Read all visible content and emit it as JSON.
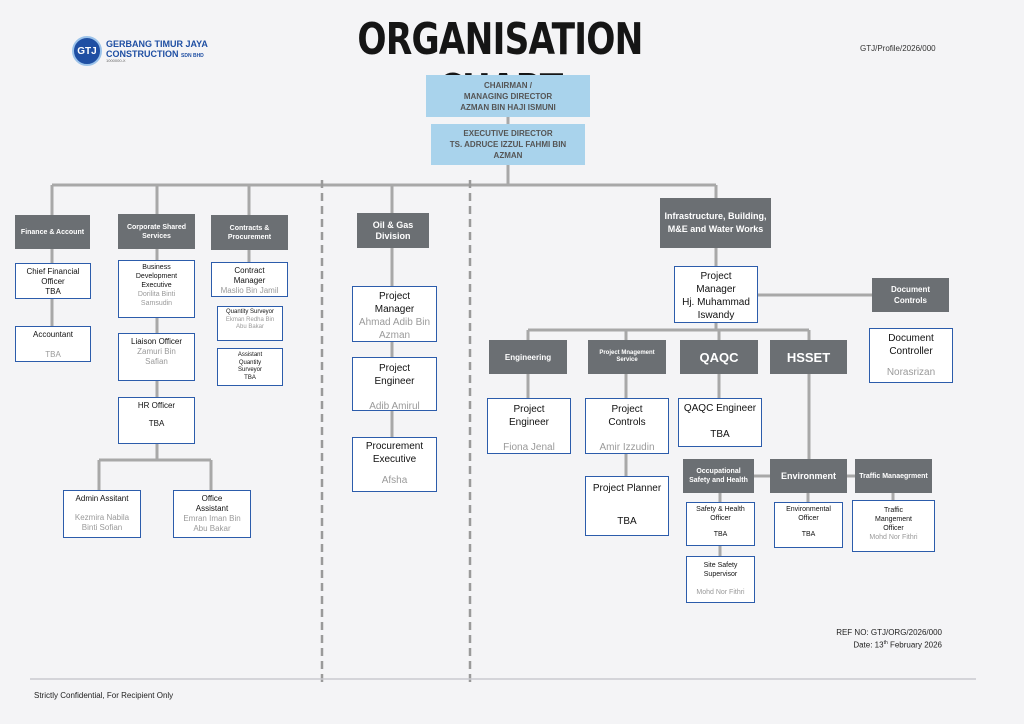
{
  "header": {
    "logo_badge": "GTJ",
    "company_line1": "GERBANG TIMUR JAYA",
    "company_line2": "CONSTRUCTION",
    "company_suffix": "SDN BHD",
    "company_reg": "1000000-X",
    "title": "ORGANISATION CHART",
    "profile_ref": "GTJ/Profile/2026/000"
  },
  "top": {
    "chairman": [
      "CHAIRMAN /",
      "MANAGING DIRECTOR",
      "AZMAN BIN HAJI ISMUNI"
    ],
    "exec_director": [
      "EXECUTIVE DIRECTOR",
      "TS. ADRUCE IZZUL FAHMI BIN",
      "AZMAN"
    ]
  },
  "departments": {
    "finance": "Finance & Account",
    "corporate": "Corporate Shared Services",
    "contracts": "Contracts & Procurement",
    "oilgas": "Oil & Gas Division",
    "infra": "Infrastructure, Building, M&E and Water Works",
    "doc_controls": "Document Controls",
    "engineering": "Engineering",
    "pms": "Project Mnagement Service",
    "qaqc": "QAQC",
    "hsset": "HSSET",
    "osh": "Occupational Safety and Health",
    "environment": "Environment",
    "traffic": "Traffic Manaegrment"
  },
  "roles": {
    "cfo": {
      "title": "Chief Financial Officer",
      "name": "TBA"
    },
    "accountant": {
      "title": "Accountant",
      "name": "TBA"
    },
    "bde": {
      "title": "Business Development Executive",
      "name": "Dorilita Binti Samsudin"
    },
    "liaison": {
      "title": "Liaison Officer",
      "name": "Zamuri Bin Safian"
    },
    "hr": {
      "title": "HR Officer",
      "name": "TBA"
    },
    "admin": {
      "title": "Admin Assitant",
      "name": "Kezmira Nabila Binti Sofian"
    },
    "office": {
      "title": "Office Assistant",
      "name": "Emran Iman Bin Abu Bakar"
    },
    "contract_mgr": {
      "title": "Contract Manager",
      "name": "Maslio Bin Jamil"
    },
    "qs": {
      "title": "Quantity Surveyor",
      "name": "Ekman Redha Bin Abu Bakar"
    },
    "aqs": {
      "title": "Assistant Quantity Surveyor",
      "name": "TBA"
    },
    "og_pm": {
      "title": "Project Manager",
      "name": "Ahmad Adib Bin Azman"
    },
    "og_pe": {
      "title": "Project Engineer",
      "name": "Adib Amirul"
    },
    "og_proc": {
      "title": "Procurement Executive",
      "name": "Afsha"
    },
    "infra_pm": {
      "title": "Project Manager",
      "name": "Hj. Muhammad Iswandy"
    },
    "doc_ctrl": {
      "title": "Document Controller",
      "name": "Norasrizan"
    },
    "eng_pe": {
      "title": "Project Engineer",
      "name": "Fiona Jenal"
    },
    "proj_controls": {
      "title": "Project Controls",
      "name": "Amir Izzudin"
    },
    "planner": {
      "title": "Project Planner",
      "name": "TBA"
    },
    "qaqc_eng": {
      "title": "QAQC Engineer",
      "name": "TBA"
    },
    "sho": {
      "title": "Safety & Health Officer",
      "name": "TBA"
    },
    "sss": {
      "title": "Site Safety Supervisor",
      "name": "Mohd Nor Fithri"
    },
    "env_off": {
      "title": "Environmental Officer",
      "name": "TBA"
    },
    "tmo": {
      "title": "Traffic Mangement Officer",
      "name": "Mohd Nor Fithri"
    }
  },
  "footer": {
    "confidential": "Strictly Confidential, For Recipient Only",
    "ref_no": "REF NO: GTJ/ORG/2026/000",
    "date_prefix": "Date: 13",
    "date_sup": "th",
    "date_suffix": " February 2026"
  },
  "colors": {
    "connector": "#a8a8a8",
    "dark_box": "#6b6f73",
    "blue_box": "#a9d3ec",
    "card_border": "#2c5cab"
  }
}
